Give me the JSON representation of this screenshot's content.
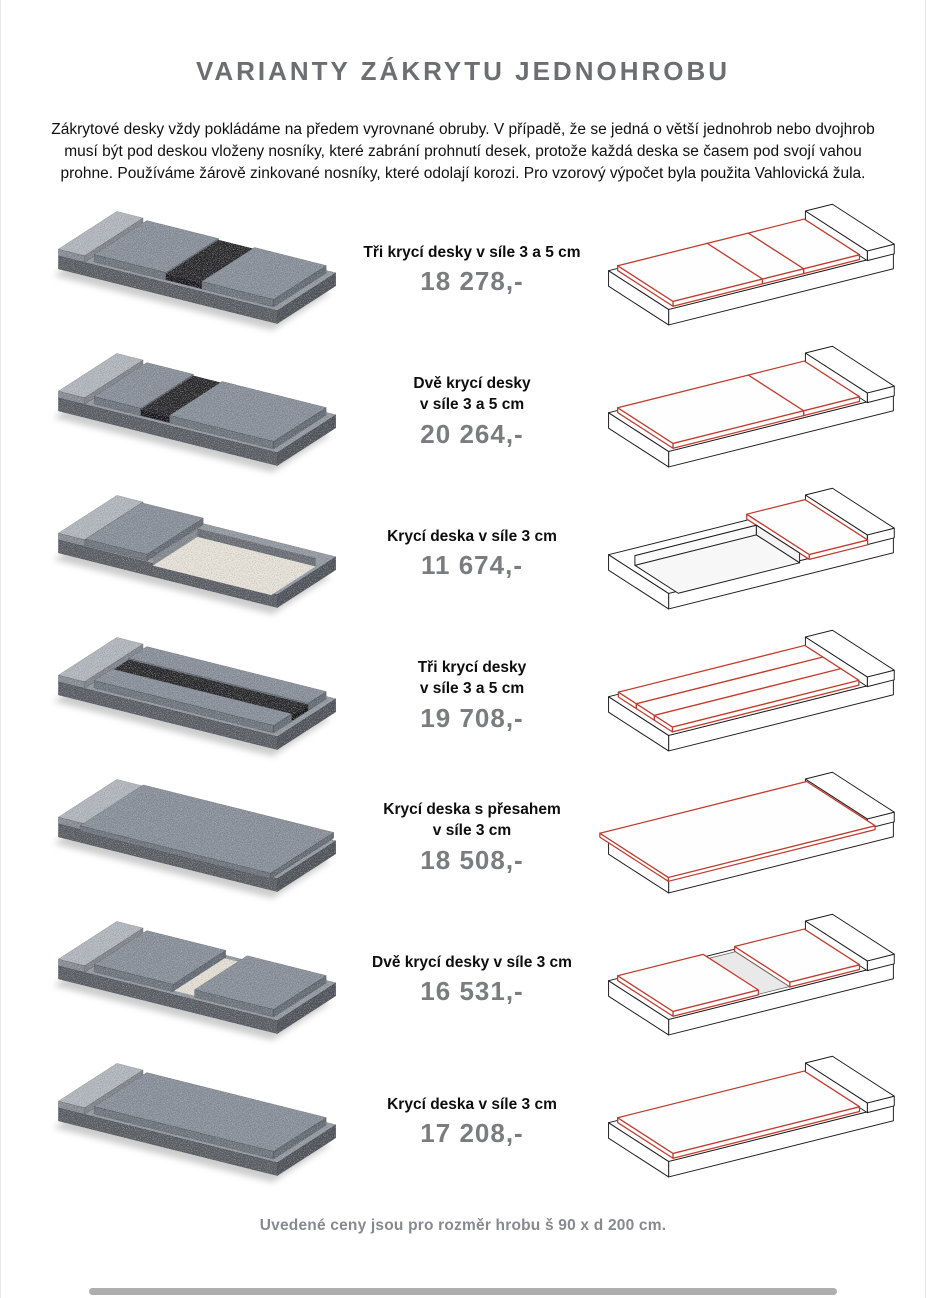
{
  "page": {
    "title": "VARIANTY ZÁKRYTU JEDNOHROBU",
    "intro": "Zákrytové desky vždy pokládáme na předem vyrovnané obruby. V případě, že se jedná o větší jednohrob nebo dvojhrob musí být pod deskou vloženy nosníky, které zabrání prohnutí desek, protože každá deska se časem pod svojí vahou prohne. Používáme žárově zinkované nosníky, které odolají korozi. Pro vzorový výpočet byla použita Vahlovická žula.",
    "footer": "Uvedené ceny jsou pro rozměr hrobu š 90 x d 200 cm."
  },
  "colors": {
    "accent_red": "#c23b2e",
    "price_gray": "#7b7c80",
    "granite_gray": "#8f96a0",
    "heading_gray": "#6d6e71"
  },
  "rows": [
    {
      "title": "Tři krycí desky v síle 3 a 5 cm",
      "title2": "",
      "price": "18 278,-",
      "variant": "three-cross"
    },
    {
      "title": "Dvě krycí desky",
      "title2": "v síle 3 a 5 cm",
      "price": "20 264,-",
      "variant": "two-cross"
    },
    {
      "title": "Krycí deska v síle 3 cm",
      "title2": "",
      "price": "11 674,-",
      "variant": "open-one"
    },
    {
      "title": "Tři krycí desky",
      "title2": "v síle 3 a 5 cm",
      "price": "19 708,-",
      "variant": "three-length"
    },
    {
      "title": "Krycí deska s přesahem",
      "title2": "v síle 3 cm",
      "price": "18 508,-",
      "variant": "overhang"
    },
    {
      "title": "Dvě krycí desky v síle 3 cm",
      "title2": "",
      "price": "16 531,-",
      "variant": "two-gap"
    },
    {
      "title": "Krycí deska v síle 3 cm",
      "title2": "",
      "price": "17 208,-",
      "variant": "single-full"
    }
  ]
}
